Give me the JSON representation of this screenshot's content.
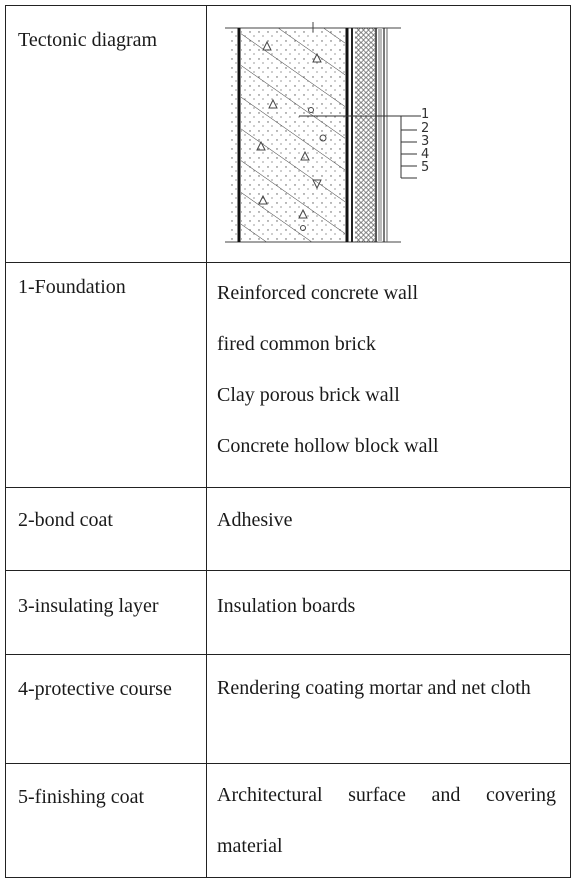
{
  "table": {
    "rows": [
      {
        "label": "Tectonic diagram",
        "values": []
      },
      {
        "label": "1-Foundation",
        "values": [
          "Reinforced concrete wall",
          "fired common brick",
          "Clay porous brick wall",
          "Concrete hollow block wall"
        ]
      },
      {
        "label": "2-bond coat",
        "values": [
          "Adhesive"
        ]
      },
      {
        "label": "3-insulating layer",
        "values": [
          "Insulation boards"
        ]
      },
      {
        "label": "4-protective course",
        "values": [
          "Rendering coating mortar and net cloth"
        ]
      },
      {
        "label": "5-finishing coat",
        "values": [
          "Architectural surface and covering material"
        ]
      }
    ]
  },
  "diagram": {
    "callouts": [
      "1",
      "2",
      "3",
      "4",
      "5"
    ]
  }
}
